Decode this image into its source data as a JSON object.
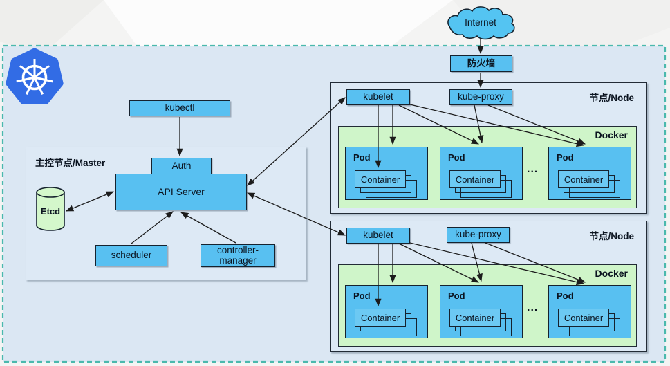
{
  "canvas": {
    "internet_label": "Internet",
    "firewall_label": "防火墙",
    "kubectl_label": "kubectl"
  },
  "master": {
    "title": "主控节点/Master",
    "auth_label": "Auth",
    "api_server_label": "API Server",
    "etcd_label": "Etcd",
    "scheduler_label": "scheduler",
    "controller_manager_label": "controller-\nmanager"
  },
  "nodes": [
    {
      "title": "节点/Node",
      "kubelet_label": "kubelet",
      "kube_proxy_label": "kube-proxy",
      "docker": {
        "title": "Docker",
        "ellipsis": "...",
        "pods": [
          {
            "label": "Pod",
            "container_label": "Container"
          },
          {
            "label": "Pod",
            "container_label": "Container"
          },
          {
            "label": "Pod",
            "container_label": "Container"
          }
        ]
      }
    },
    {
      "title": "节点/Node",
      "kubelet_label": "kubelet",
      "kube_proxy_label": "kube-proxy",
      "docker": {
        "title": "Docker",
        "ellipsis": "...",
        "pods": [
          {
            "label": "Pod",
            "container_label": "Container"
          },
          {
            "label": "Pod",
            "container_label": "Container"
          },
          {
            "label": "Pod",
            "container_label": "Container"
          }
        ]
      }
    }
  ],
  "icons": {
    "kubernetes_logo": "kubernetes-helm-logo",
    "internet_cloud": "cloud-icon",
    "etcd_cylinder": "database-cylinder-icon"
  },
  "colors": {
    "box_blue": "#58c0f1",
    "container_blue": "#6cc9f3",
    "docker_green": "#cff5c9",
    "etcd_green": "#d4f7cb",
    "kubernetes_blue": "#326ce5",
    "dashed_border_teal": "#4ab9ad",
    "diagram_bg": "#dbe7f3"
  }
}
